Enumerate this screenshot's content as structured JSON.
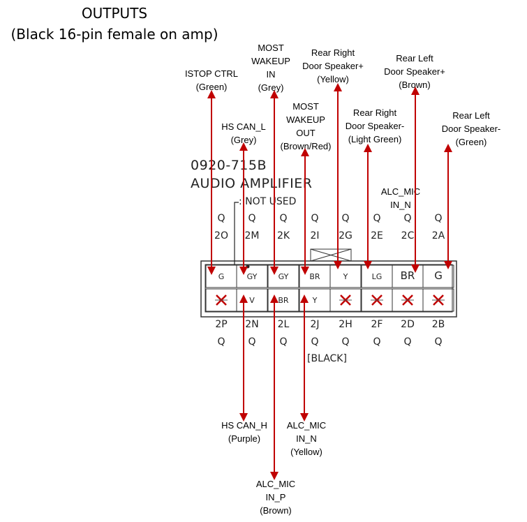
{
  "title_line1": "OUTPUTS",
  "title_line2": "(Black 16-pin female on amp)",
  "part_number": "0920-715B",
  "part_name": "AUDIO AMPLIFIER",
  "not_used": ": NOT USED",
  "black": "[BLACK]",
  "q": "Q",
  "top_pins": [
    "2O",
    "2M",
    "2K",
    "2I",
    "2G",
    "2E",
    "2C",
    "2A"
  ],
  "bottom_pins": [
    "2P",
    "2N",
    "2L",
    "2J",
    "2H",
    "2F",
    "2D",
    "2B"
  ],
  "top_colors": [
    "G",
    "GY",
    "GY",
    "BR",
    "Y",
    "LG",
    "BR",
    "G"
  ],
  "bottom_colors": [
    "X",
    "V",
    "BR",
    "Y",
    "X",
    "X",
    "X",
    "X"
  ],
  "labels": {
    "istop": [
      "ISTOP CTRL",
      "(Green)"
    ],
    "hs_can_l": [
      "HS CAN_L",
      "(Grey)"
    ],
    "most_wakeup_in": [
      "MOST",
      "WAKEUP",
      "IN",
      "(Grey)"
    ],
    "most_wakeup_out": [
      "MOST",
      "WAKEUP",
      "OUT",
      "(Brown/Red)"
    ],
    "rr_plus": [
      "Rear Right",
      "Door Speaker+",
      "(Yellow)"
    ],
    "rr_minus": [
      "Rear Right",
      "Door Speaker-",
      "(Light Green)"
    ],
    "rl_plus": [
      "Rear Left",
      "Door Speaker+",
      "(Brown)"
    ],
    "rl_minus": [
      "Rear Left",
      "Door Speaker-",
      "(Green)"
    ],
    "alc_mic_in_n_top": [
      "ALC_MIC",
      "IN_N"
    ],
    "hs_can_h": [
      "HS CAN_H",
      "(Purple)"
    ],
    "alc_mic_in_n_bottom": [
      "ALC_MIC",
      "IN_N",
      "(Yellow)"
    ],
    "alc_mic_in_p": [
      "ALC_MIC",
      "IN_P",
      "(Brown)"
    ]
  },
  "arrow_color": "#c00000"
}
